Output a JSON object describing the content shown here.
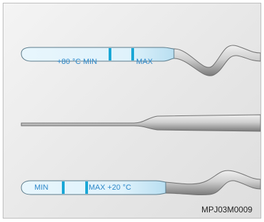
{
  "figure": {
    "labels": {
      "top_min": "+80 °C MIN",
      "top_max": "MAX",
      "bottom_min": "MIN",
      "bottom_max": "MAX +20 °C"
    },
    "code": "MPJ03M0009"
  },
  "colors": {
    "text_blue": "#2a86c8",
    "tick_blue": "#19a7d6",
    "dipstick_fill": "#ddf1fb",
    "metal_dark": "#6f6f6f",
    "metal_light": "#d9d9d9"
  }
}
